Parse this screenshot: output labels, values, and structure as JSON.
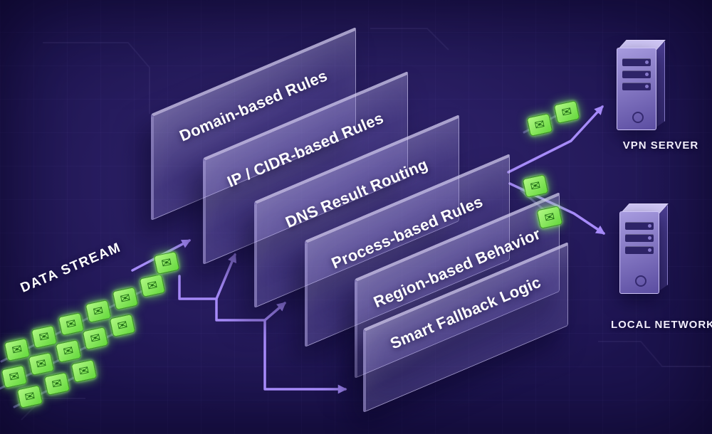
{
  "colors": {
    "background": "#1d1450",
    "arrow": "#a78bfa",
    "panel_text": "#ffffff",
    "envelope_green": "#7de04f",
    "server_label": "#f2eefc"
  },
  "data_stream": {
    "label": "DATA STREAM"
  },
  "panels": [
    {
      "label": "Domain-based Rules"
    },
    {
      "label": "IP / CIDR-based Rules"
    },
    {
      "label": "DNS Result Routing"
    },
    {
      "label": "Process-based Rules"
    },
    {
      "label": "Region-based Behavior"
    },
    {
      "label": "Smart Fallback Logic"
    }
  ],
  "destinations": [
    {
      "label": "VPN SERVER"
    },
    {
      "label": "LOCAL NETWORK"
    }
  ],
  "icons": {
    "envelope": "✉"
  }
}
